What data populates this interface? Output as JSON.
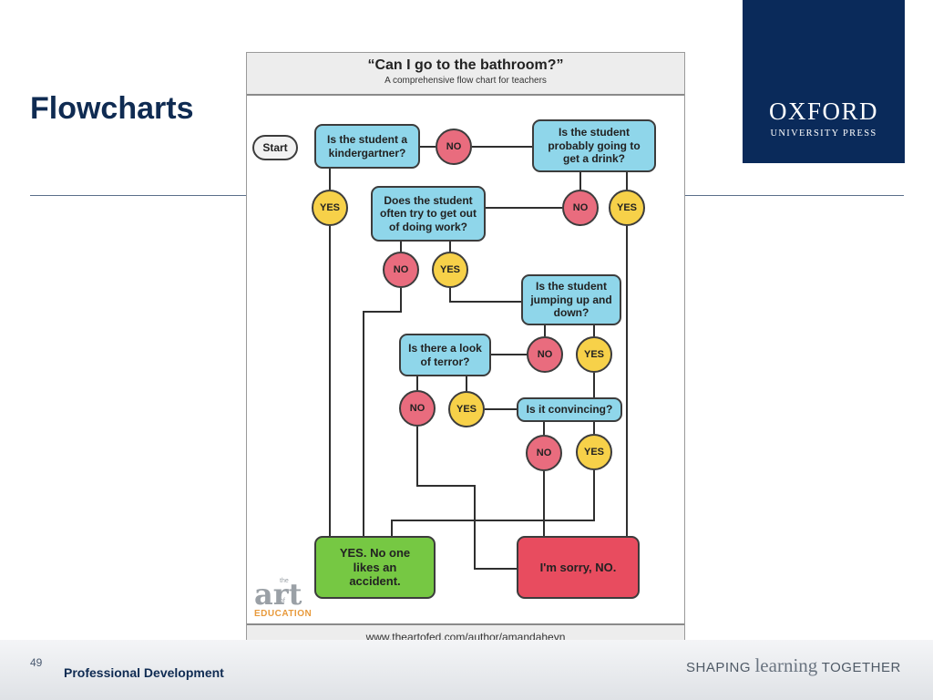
{
  "slide": {
    "title": "Flowcharts",
    "page_number": "49",
    "footer_label": "Professional Development",
    "tagline_prefix": "SHAPING",
    "tagline_middle": "learning",
    "tagline_suffix": "TOGETHER"
  },
  "logo": {
    "main": "OXFORD",
    "sub": "UNIVERSITY PRESS"
  },
  "flowchart": {
    "title": "“Can I go to the bathroom?”",
    "subtitle": "A comprehensive flow chart for teachers",
    "url": "www.theartofed.com/author/amandaheyn",
    "watermark": {
      "big": "art",
      "small": "the",
      "tiny": "of",
      "bottom": "EDUCATION"
    },
    "start": "Start",
    "questions": {
      "kindergartner": "Is the student a kindergartner?",
      "drink": "Is the student probably going to get a drink?",
      "work": "Does the student often try to get out of doing work?",
      "jumping": "Is the student jumping up and down?",
      "terror": "Is there a look of terror?",
      "convincing": "Is it convincing?"
    },
    "outcomes": {
      "yes": "YES. No one likes an accident.",
      "no": "I'm sorry, NO."
    },
    "answers": {
      "yes": "YES",
      "no": "NO"
    }
  }
}
